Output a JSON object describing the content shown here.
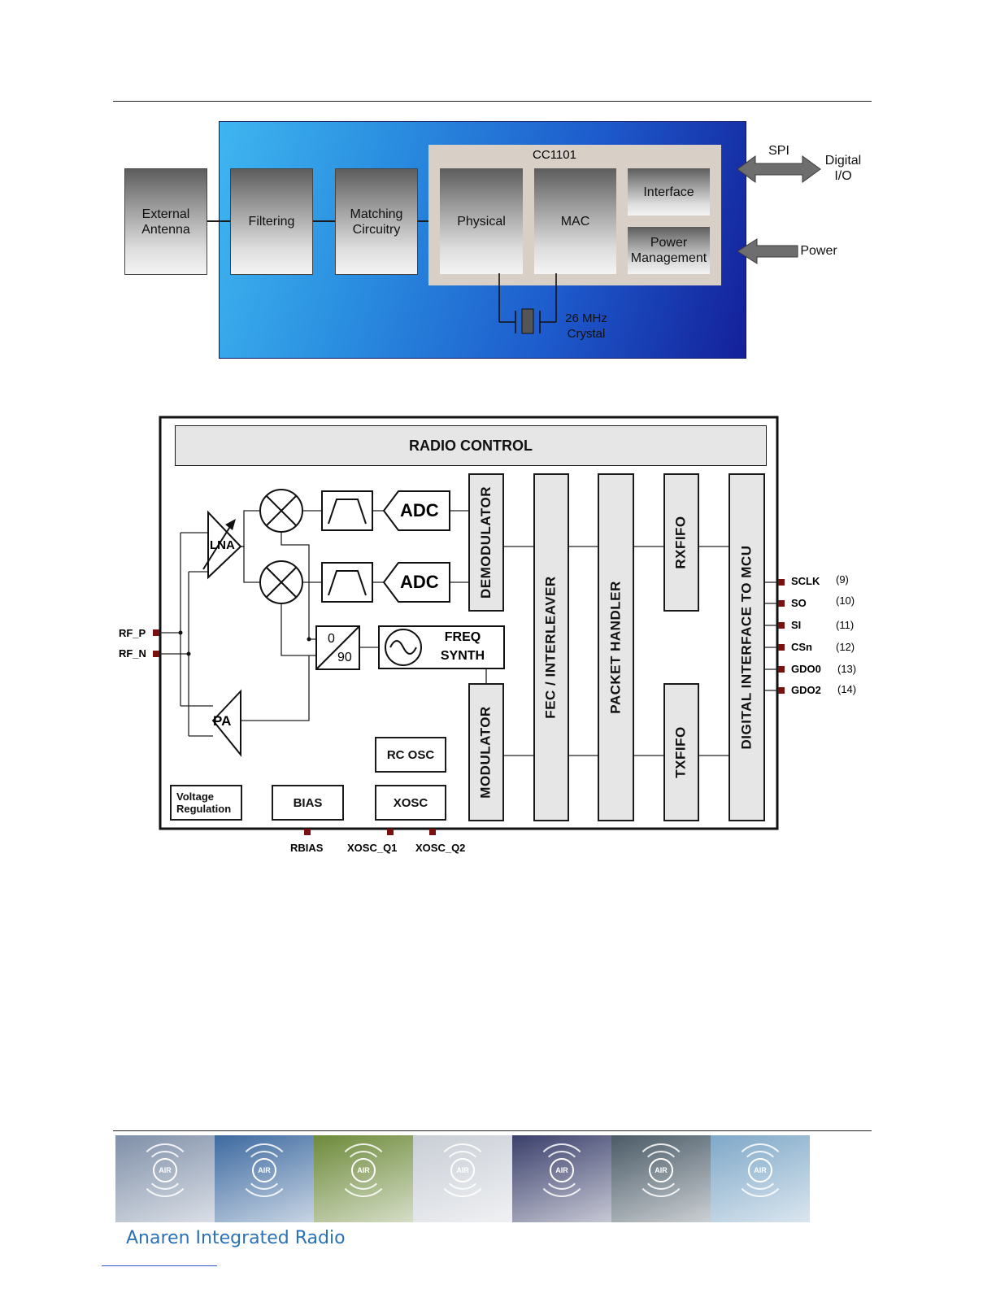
{
  "figure1": {
    "blocks": {
      "external_antenna": "External\nAntenna",
      "filtering": "Filtering",
      "matching_circuitry": "Matching\nCircuitry",
      "chip_title": "CC1101",
      "physical": "Physical",
      "mac": "MAC",
      "interface": "Interface",
      "power_management": "Power\nManagement"
    },
    "crystal_label": "26 MHz\nCrystal",
    "arrows": {
      "spi": "SPI",
      "digital_io": "Digital\nI/O",
      "power": "Power"
    }
  },
  "figure2": {
    "radio_control": "RADIO CONTROL",
    "lna": "LNA",
    "pa": "PA",
    "adc_top": "ADC",
    "adc_bottom": "ADC",
    "phase_top": "0",
    "phase_bottom": "90",
    "freq_synth": "FREQ\nSYNTH",
    "demodulator": "DEMODULATOR",
    "modulator": "MODULATOR",
    "fec": "FEC / INTERLEAVER",
    "packet_handler": "PACKET HANDLER",
    "rxfifo": "RXFIFO",
    "txfifo": "TXFIFO",
    "digital_interface": "DIGITAL INTERFACE TO MCU",
    "rc_osc": "RC OSC",
    "voltage_regulation": "Voltage\nRegulation",
    "bias": "BIAS",
    "xosc": "XOSC",
    "left_pins": [
      "RF_P",
      "RF_N"
    ],
    "right_pins": [
      {
        "name": "SCLK",
        "num": "(9)"
      },
      {
        "name": "SO",
        "num": "(10)"
      },
      {
        "name": "SI",
        "num": "(11)"
      },
      {
        "name": "CSn",
        "num": "(12)"
      },
      {
        "name": "GDO0",
        "num": "(13)"
      },
      {
        "name": "GDO2",
        "num": "(14)"
      }
    ],
    "bottom_pins": [
      "RBIAS",
      "XOSC_Q1",
      "XOSC_Q2"
    ]
  },
  "footer": {
    "brand": "Anaren Integrated Radio",
    "tile_badge": "AIR",
    "tile_colors": [
      "#7f8fa8",
      "#3d6aa0",
      "#6d8a3a",
      "#c9ced6",
      "#3a3f6b",
      "#4a5a66",
      "#7fa8c8"
    ]
  }
}
